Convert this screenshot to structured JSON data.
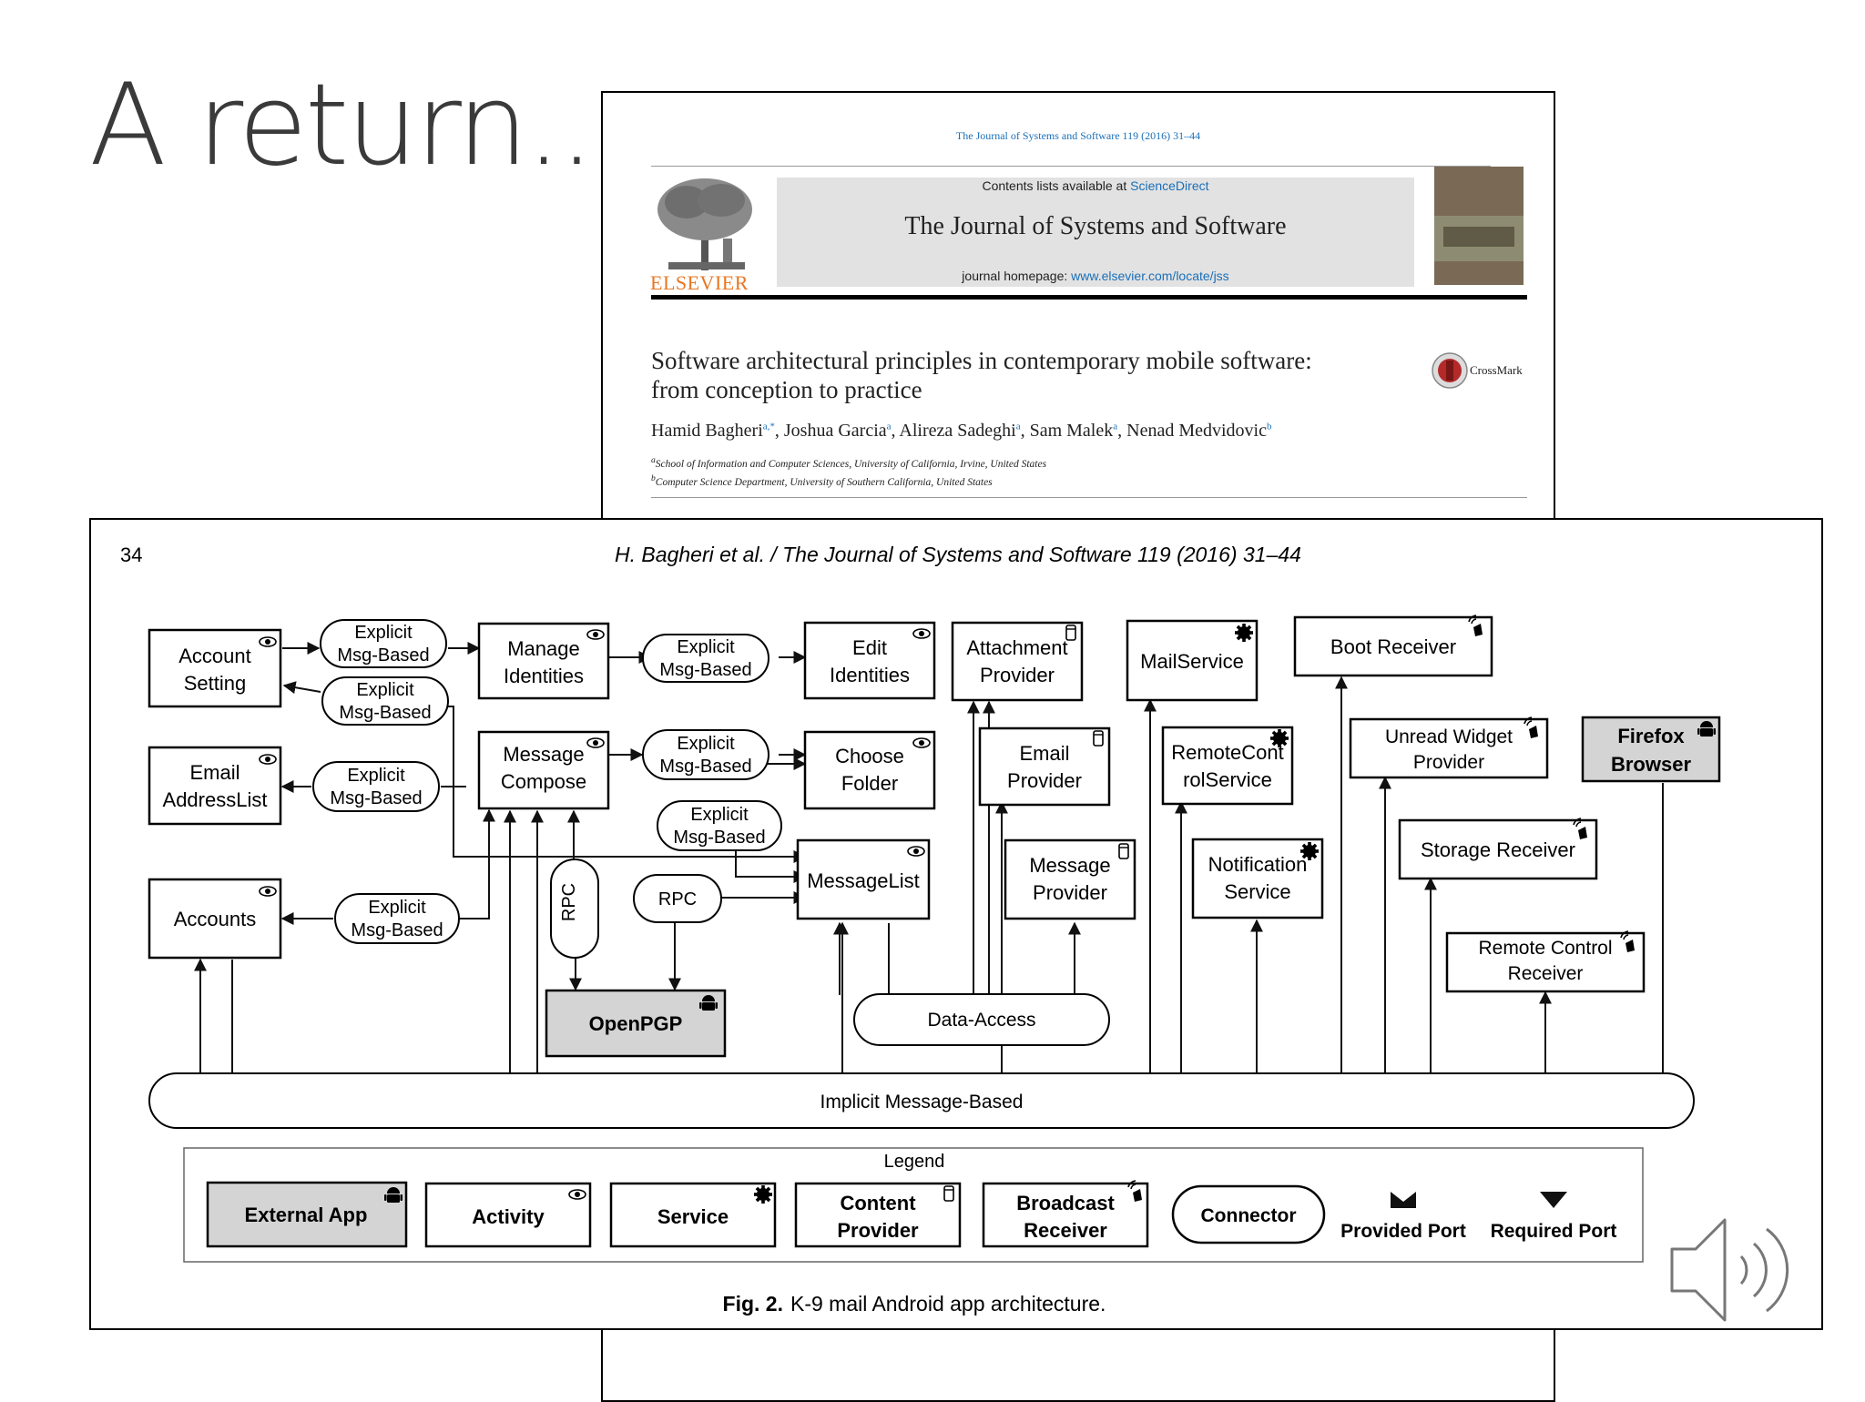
{
  "slide": {
    "title": "A return..."
  },
  "front_paper": {
    "journal_citation": "The Journal of Systems and Software 119 (2016) 31–44",
    "contents_prefix": "Contents lists available at ",
    "contents_link": "ScienceDirect",
    "journal_name": "The Journal of Systems and Software",
    "homepage_prefix": "journal homepage: ",
    "homepage_link": "www.elsevier.com/locate/jss",
    "publisher": "ELSEVIER",
    "crossmark": "CrossMark",
    "article_title_line1": "Software architectural principles in contemporary mobile software:",
    "article_title_line2": "from conception to practice",
    "authors": [
      {
        "name": "Hamid Bagheri",
        "sup": "a,*"
      },
      {
        "name": "Joshua Garcia",
        "sup": "a"
      },
      {
        "name": "Alireza Sadeghi",
        "sup": "a"
      },
      {
        "name": "Sam Malek",
        "sup": "a"
      },
      {
        "name": "Nenad Medvidovic",
        "sup": "b"
      }
    ],
    "affiliations": [
      {
        "mark": "a",
        "text": "School of Information and Computer Sciences, University of California, Irvine, United States"
      },
      {
        "mark": "b",
        "text": "Computer Science Department, University of Southern California, United States"
      }
    ]
  },
  "figure_page": {
    "page_number": "34",
    "running_header": "H. Bagheri et al. / The Journal of Systems and Software 119 (2016) 31–44",
    "caption_label": "Fig. 2.",
    "caption_text": "K-9 mail Android app architecture.",
    "legend_title": "Legend",
    "legend": [
      "External App",
      "Activity",
      "Service",
      "Content",
      "Provider",
      "Broadcast",
      "Receiver",
      "Connector",
      "Provided Port",
      "Required Port"
    ],
    "components": {
      "account_setting": [
        "Account",
        "Setting"
      ],
      "email_addresslist": [
        "Email",
        "AddressList"
      ],
      "accounts": [
        "Accounts"
      ],
      "manage_identities": [
        "Manage",
        "Identities"
      ],
      "message_compose": [
        "Message",
        "Compose"
      ],
      "edit_identities": [
        "Edit",
        "Identities"
      ],
      "choose_folder": [
        "Choose",
        "Folder"
      ],
      "messagelist": [
        "MessageList"
      ],
      "attachment_provider": [
        "Attachment",
        "Provider"
      ],
      "email_provider": [
        "Email",
        "Provider"
      ],
      "message_provider": [
        "Message",
        "Provider"
      ],
      "mailservice": [
        "MailService"
      ],
      "remotecontrolservice": [
        "RemoteCont",
        "rolService"
      ],
      "notification_service": [
        "Notification",
        "Service"
      ],
      "boot_receiver": [
        "Boot Receiver"
      ],
      "unread_widget_provider": [
        "Unread Widget",
        "Provider"
      ],
      "storage_receiver": [
        "Storage Receiver"
      ],
      "remote_control_receiver": [
        "Remote Control",
        "Receiver"
      ],
      "firefox_browser": [
        "Firefox",
        "Browser"
      ],
      "openpgp": [
        "OpenPGP"
      ]
    },
    "connectors": {
      "explicit": [
        "Explicit",
        "Msg-Based"
      ],
      "rpc": "RPC",
      "data_access": "Data-Access",
      "implicit": "Implicit Message-Based"
    }
  }
}
